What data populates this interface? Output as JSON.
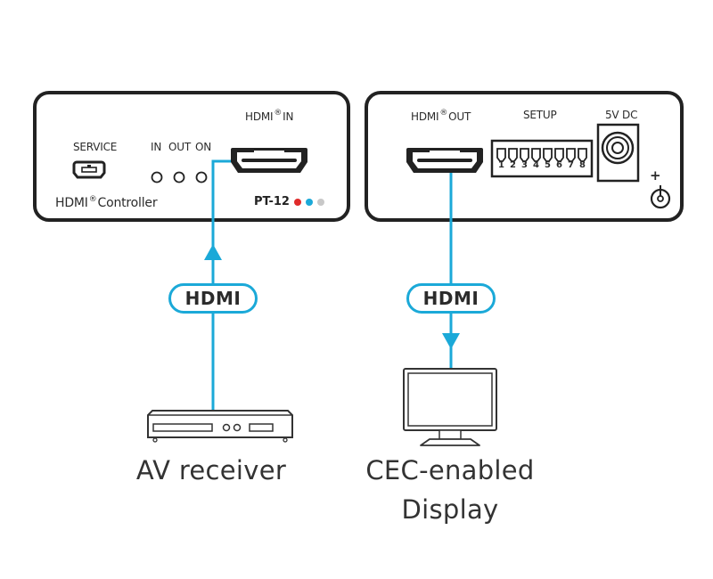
{
  "colors": {
    "cable": "#1ba9d8",
    "outline": "#222222",
    "led_red": "#e02b2b",
    "led_blue": "#1ba9d8",
    "led_gray": "#c8c8c8"
  },
  "device_left": {
    "service_label": "SERVICE",
    "led_labels": [
      "IN",
      "OUT",
      "ON"
    ],
    "hdmi_in_label_prefix": "HDMI",
    "hdmi_in_label_suffix": "IN",
    "controller_label_prefix": "HDMI",
    "controller_label_suffix": "Controller",
    "registered_mark": "®",
    "model": "PT-12"
  },
  "device_right": {
    "hdmi_out_label_prefix": "HDMI",
    "hdmi_out_label_suffix": "OUT",
    "setup_label": "SETUP",
    "dip_switch_numbers": [
      "1",
      "2",
      "3",
      "4",
      "5",
      "6",
      "7",
      "8"
    ],
    "power_label": "5V DC",
    "polarity_symbol": "+"
  },
  "connections": [
    {
      "label": "HDMI",
      "direction": "up",
      "from": "AV receiver",
      "to": "HDMI IN"
    },
    {
      "label": "HDMI",
      "direction": "down",
      "from": "HDMI OUT",
      "to": "CEC-enabled Display"
    }
  ],
  "endpoints": {
    "source_label": "AV receiver",
    "sink_label_line1": "CEC-enabled",
    "sink_label_line2": "Display"
  }
}
